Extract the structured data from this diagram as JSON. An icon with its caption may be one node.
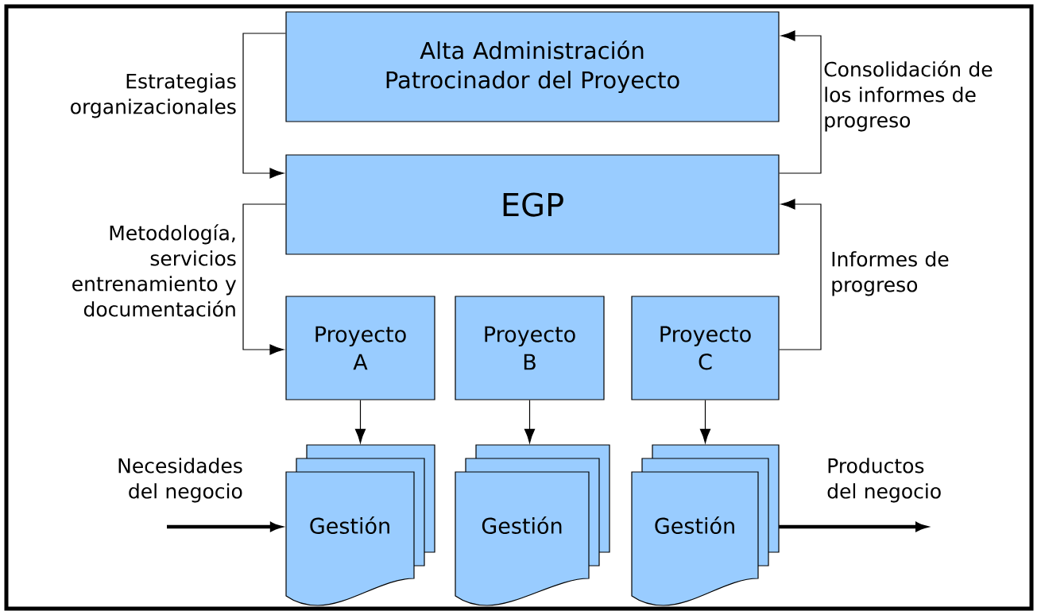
{
  "diagram": {
    "nodes": [
      {
        "text": [
          "Alta Administración",
          "Patrocinador del Proyecto"
        ]
      },
      {
        "text": [
          "EGP"
        ]
      },
      {
        "text": [
          "Proyecto A"
        ]
      },
      {
        "text": [
          "Proyecto B"
        ]
      },
      {
        "text": [
          "Proyecto C"
        ]
      },
      {
        "text": [
          "Gestión"
        ]
      },
      {
        "text": [
          "Gestión"
        ]
      },
      {
        "text": [
          "Gestión"
        ]
      }
    ],
    "edges": [
      {
        "from": 0,
        "to": 1,
        "arrow": "to",
        "label": "Estrategias organizacionales"
      },
      {
        "from": 1,
        "to": 0,
        "arrow": "to",
        "label": "Consolidación de los informes de progreso"
      },
      {
        "from": 1,
        "to": 2,
        "arrow": "to",
        "label": "Metodología, servicios entrenamiento y documentación"
      },
      {
        "from": 4,
        "to": 1,
        "arrow": "to",
        "label": "Informes de progreso"
      },
      {
        "from": 2,
        "to": 5,
        "arrow": "to"
      },
      {
        "from": 3,
        "to": 6,
        "arrow": "to"
      },
      {
        "from": 4,
        "to": 7,
        "arrow": "to"
      },
      {
        "from": null,
        "to": 5,
        "arrow": "to",
        "label": "Necesidades del negocio",
        "style": "thick"
      },
      {
        "from": 7,
        "to": null,
        "arrow": "to",
        "label": "Productos del negocio",
        "style": "thick"
      }
    ]
  }
}
